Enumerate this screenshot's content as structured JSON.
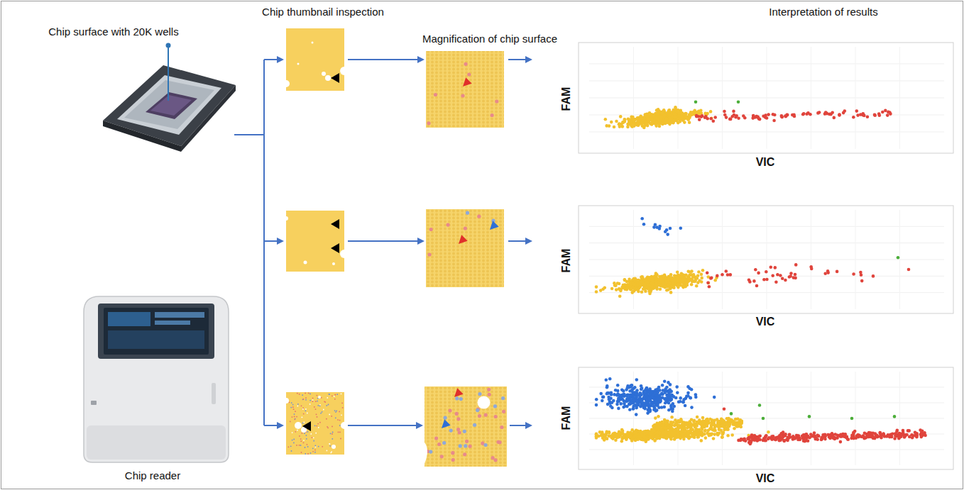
{
  "diagram": {
    "labels": [
      "Chip thumbnail inspection",
      "Interpretation of results",
      "Magnification of chip surface",
      "Chip surface with 20K wells",
      "Chip reader",
      "FAM",
      "VIC",
      "FAM",
      "VIC",
      "FAM",
      "VIC"
    ]
  }
}
